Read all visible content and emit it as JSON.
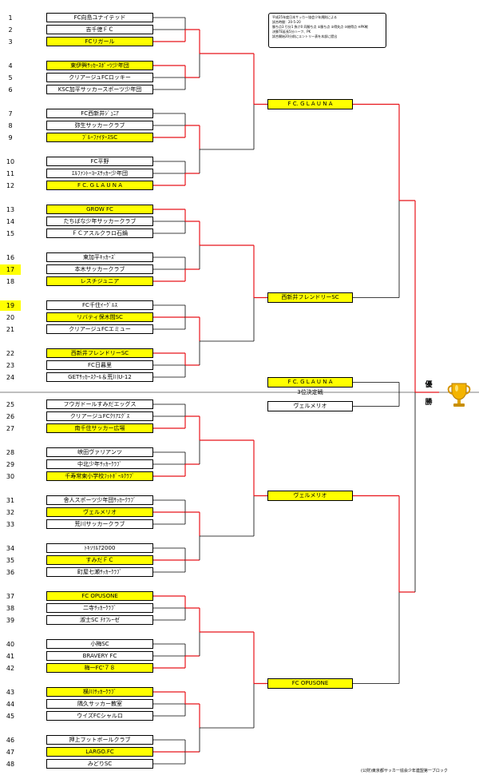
{
  "notes": [
    "平成25年度日本サッカー協会少年規則による",
    "試合時間：20-5-20",
    "勝ち点3  引分1  負け0  同勝ち点 ①勝ち点 ②得失点 ③総得点 ④PK戦",
    "決勝TE延長5分ハーフ、PK",
    "試合開始20分前にエントリー表を本部に提出"
  ],
  "teams": [
    {
      "no": "1",
      "name": "FC向島ユナイテッド"
    },
    {
      "no": "2",
      "name": "吉千徳ＦＣ"
    },
    {
      "no": "3",
      "name": "FCリガール",
      "win": true
    },
    {
      "no": "4",
      "name": "東伊興ｻｯｶｰｽﾎﾟｰﾂ少年団",
      "win": true
    },
    {
      "no": "5",
      "name": "クリアージュFCロッキー"
    },
    {
      "no": "6",
      "name": "KSC加平サッカースポーツ少年団"
    },
    {
      "no": "7",
      "name": "FC西新井ｼﾞｭﾆｱ"
    },
    {
      "no": "8",
      "name": "弥生サッカークラブ"
    },
    {
      "no": "9",
      "name": "ﾌﾞﾙｰﾌｧｲﾀｰｽSC",
      "win": true
    },
    {
      "no": "10",
      "name": "FC平野"
    },
    {
      "no": "11",
      "name": "ｴﾙﾌｧﾝﾄｰﾖｰｽｻｯｶｰ少年団"
    },
    {
      "no": "12",
      "name": "F C.  G L A U N A",
      "win": true
    },
    {
      "no": "13",
      "name": "GROW FC",
      "win": true
    },
    {
      "no": "14",
      "name": "たちばな少年サッカークラブ"
    },
    {
      "no": "15",
      "name": "ＦＣアスルクラロ石鍋"
    },
    {
      "no": "16",
      "name": "東加平ｷｯｶｰｽﾞ"
    },
    {
      "no": "17",
      "name": "本木サッカークラブ",
      "hl": true
    },
    {
      "no": "18",
      "name": "レスチジュニア",
      "win": true
    },
    {
      "no": "19",
      "name": "FC千住ｲｰｸﾞﾙｽ",
      "hl": true
    },
    {
      "no": "20",
      "name": "リバティ保木間SC",
      "win": true
    },
    {
      "no": "21",
      "name": "クリアージュFCエミュー"
    },
    {
      "no": "22",
      "name": "西新井フレンドリーSC",
      "win": true
    },
    {
      "no": "23",
      "name": "FC日暮里"
    },
    {
      "no": "24",
      "name": "GETｻｯｶｰｽｸｰﾙ＆荒川U-12"
    },
    {
      "no": "25",
      "name": "フウガドールすみだエッグス"
    },
    {
      "no": "26",
      "name": "クリアージュFCｸﾘｱｴｸﾞｽ"
    },
    {
      "no": "27",
      "name": "南千住サッカー広場",
      "win": true
    },
    {
      "no": "28",
      "name": "峡田ヴァリアンツ"
    },
    {
      "no": "29",
      "name": "中北少年ｻｯｶｰｸﾗﾌﾞ"
    },
    {
      "no": "30",
      "name": "千寿常東小学校ﾌｯﾄﾎﾞｰﾙｸﾗﾌﾞ",
      "win": true
    },
    {
      "no": "31",
      "name": "舎人スポーツ少年団ｻｯｶｰｸﾗﾌﾞ"
    },
    {
      "no": "32",
      "name": "ヴェルメリオ",
      "win": true
    },
    {
      "no": "33",
      "name": "荒川サッカークラブ"
    },
    {
      "no": "34",
      "name": "ﾄｷｿﾘﾙｱ2000"
    },
    {
      "no": "35",
      "name": "すみだＦＣ",
      "win": true
    },
    {
      "no": "36",
      "name": "町屋七瀬ｻｯｶｰｸﾗﾌﾞ"
    },
    {
      "no": "37",
      "name": "FC  OPUSONE",
      "win": true
    },
    {
      "no": "38",
      "name": "二寺ｻｯｶｰｸﾗﾌﾞ"
    },
    {
      "no": "39",
      "name": "淑士SC ﾁﾅﾌﾚｰゼ"
    },
    {
      "no": "40",
      "name": "小梅SC"
    },
    {
      "no": "41",
      "name": "BRAVERY FC"
    },
    {
      "no": "42",
      "name": "梅一FC'７８",
      "win": true
    },
    {
      "no": "43",
      "name": "横川ｻｯｶｰｸﾗﾌﾞ",
      "win": true
    },
    {
      "no": "44",
      "name": "隅久サッカー教室"
    },
    {
      "no": "45",
      "name": "ウイズFCシャルロ"
    },
    {
      "no": "46",
      "name": "押上フットボールクラブ"
    },
    {
      "no": "47",
      "name": "LARGO.FC",
      "win": true
    },
    {
      "no": "48",
      "name": "みどりSC"
    }
  ],
  "rounds": [
    {
      "name": "F C.  G L A U N A",
      "win": true
    },
    {
      "name": "西新井フレンドリーSC",
      "win": true
    },
    {
      "name": "ヴェルメリオ",
      "win": true
    },
    {
      "name": "FC  OPUSONE",
      "win": true
    }
  ],
  "final_top": "F C.  G L A U N A",
  "third_label": "3位決定戦",
  "third_team": "ヴェルメリオ",
  "champion": [
    "優",
    "勝"
  ],
  "footer": "(公財)東京都サッカー協会少年連盟第一ブロック",
  "trophy_icon": "trophy-icon",
  "colors": {
    "winner": "#ffff00",
    "winner_line": "#e8141b",
    "line": "#000000"
  }
}
